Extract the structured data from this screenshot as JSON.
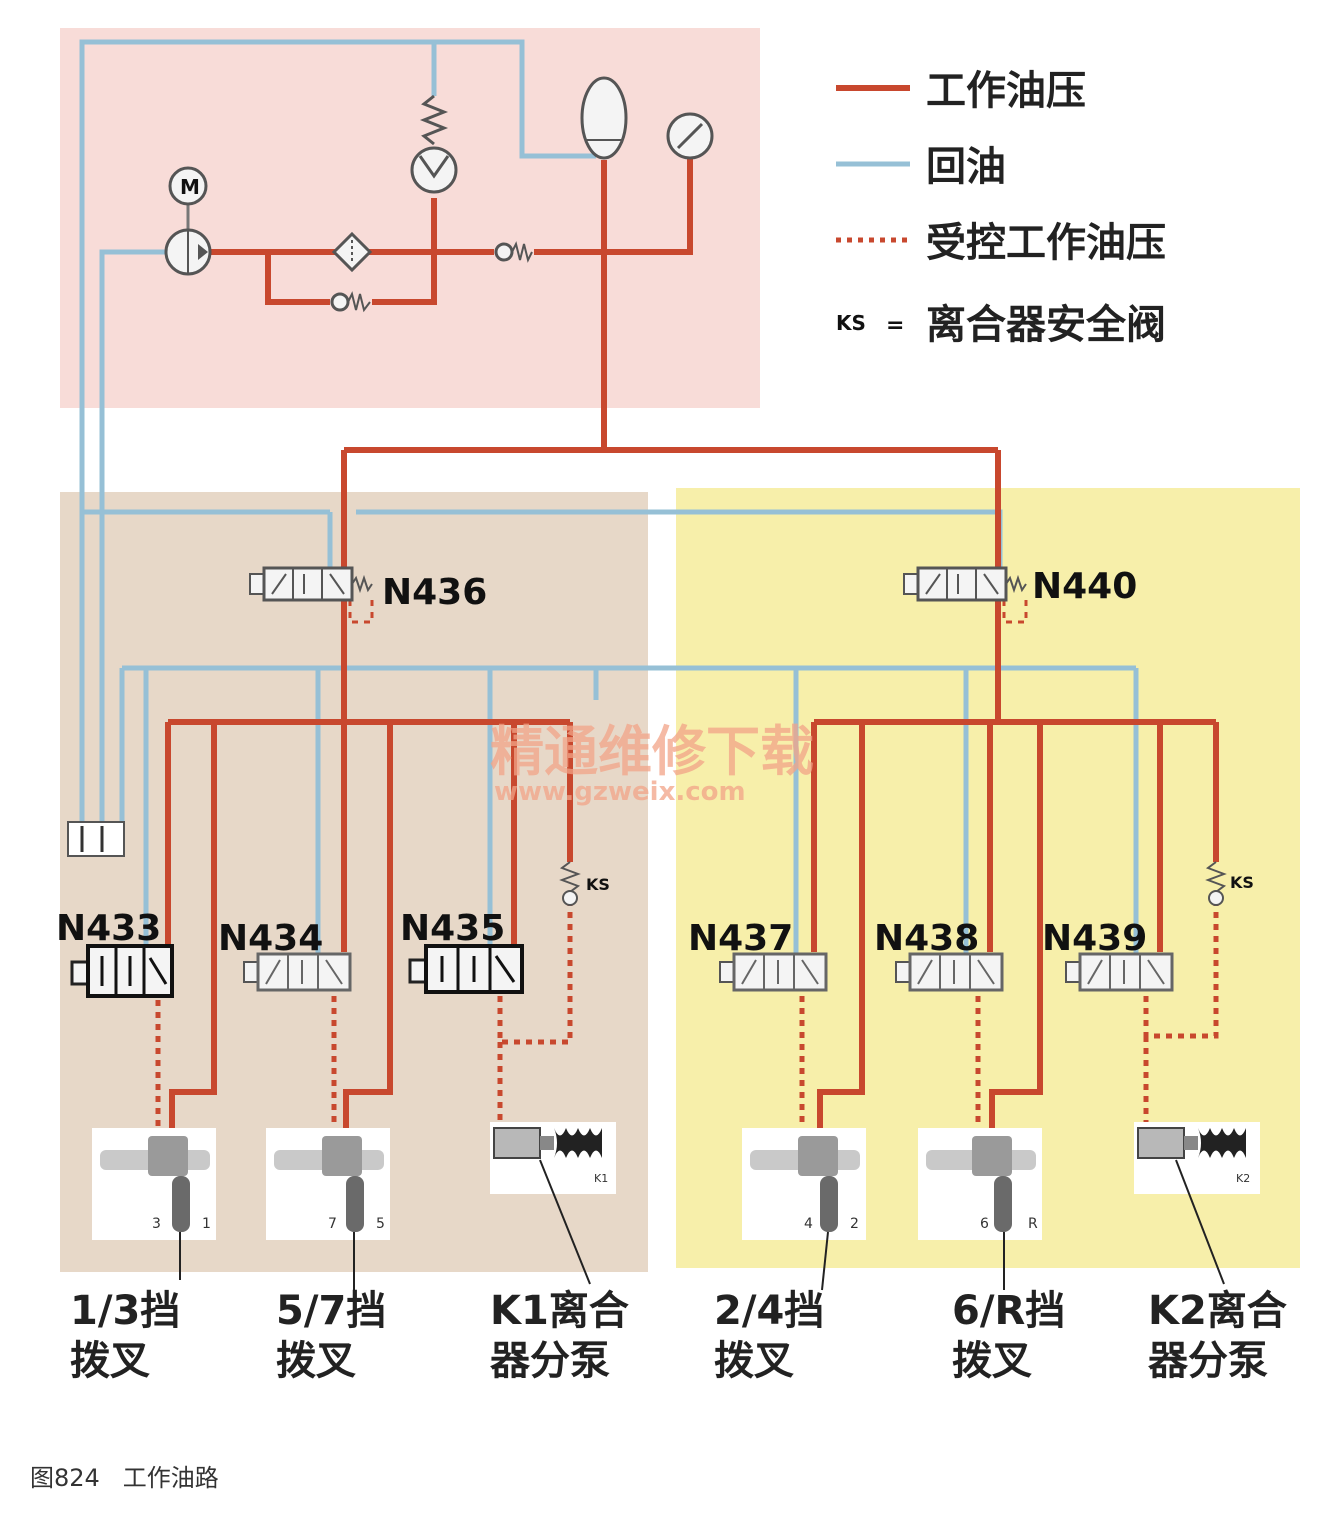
{
  "legend": {
    "working_pressure": "工作油压",
    "return_oil": "回油",
    "controlled_pressure": "受控工作油压",
    "ks_prefix": "KS",
    "ks_equals": "=",
    "ks_meaning": "离合器安全阀"
  },
  "motor": {
    "label": "M"
  },
  "valves": {
    "n436": "N436",
    "n440": "N440",
    "n433": "N433",
    "n434": "N434",
    "n435": "N435",
    "n437": "N437",
    "n438": "N438",
    "n439": "N439"
  },
  "safety_valve_label": "KS",
  "actuator_marks": {
    "fork13_left": "3",
    "fork13_right": "1",
    "fork57_left": "7",
    "fork57_right": "5",
    "clutch_k1": "K1",
    "fork24_left": "4",
    "fork24_right": "2",
    "fork6r_left": "6",
    "fork6r_right": "R",
    "clutch_k2": "K2"
  },
  "captions": {
    "fork13": [
      "1/3挡",
      "拨叉"
    ],
    "fork57": [
      "5/7挡",
      "拨叉"
    ],
    "clutch_k1": [
      "K1离合",
      "器分泵"
    ],
    "fork24": [
      "2/4挡",
      "拨叉"
    ],
    "fork6r": [
      "6/R挡",
      "拨叉"
    ],
    "clutch_k2": [
      "K2离合",
      "器分泵"
    ]
  },
  "watermark": {
    "line1": "精通维修下载",
    "line2": "www.gzweix.com"
  },
  "figure_caption": "图824   工作油路",
  "colors": {
    "pressure_line": "#c8482e",
    "return_line": "#96c0d6",
    "pump_zone": "#f8dcd8",
    "left_zone": "#e7d8c8",
    "right_zone": "#f7efaa"
  }
}
